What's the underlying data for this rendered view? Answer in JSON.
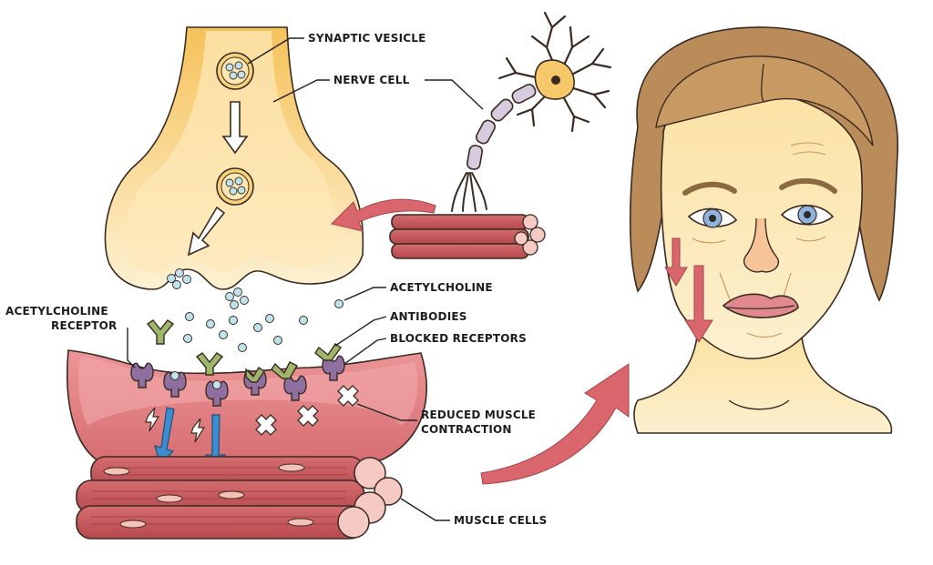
{
  "labels": {
    "synaptic_vesicle": "SYNAPTIC VESICLE",
    "nerve_cell": "NERVE CELL",
    "acetylcholine": "ACETYLCHOLINE",
    "acetylcholine_receptor_line1": "ACETYLCHOLINE",
    "acetylcholine_receptor_line2": "RECEPTOR",
    "antibodies": "ANTIBODIES",
    "blocked_receptors": "BLOCKED RECEPTORS",
    "reduced_contraction_line1": "REDUCED MUSCLE",
    "reduced_contraction_line2": "CONTRACTION",
    "muscle_cells": "MUSCLE CELLS"
  },
  "colors": {
    "nerve_terminal": "#f7c86a",
    "nerve_terminal_light": "#fdf0cf",
    "muscle": "#c85e62",
    "muscle_light": "#e8a3a3",
    "muscle_membrane": "#e08a8e",
    "acetylcholine": "#bfe3ec",
    "receptor": "#8e6fa0",
    "antibody": "#9fb76b",
    "signal_arrow": "#3b8fd1",
    "droop_arrow": "#d9666c",
    "hair": "#b98c5a",
    "skin": "#fbe3a8",
    "eye": "#8fb3dc"
  },
  "icons": [
    "lightning-icon",
    "cross-icon",
    "arrow-icon"
  ]
}
